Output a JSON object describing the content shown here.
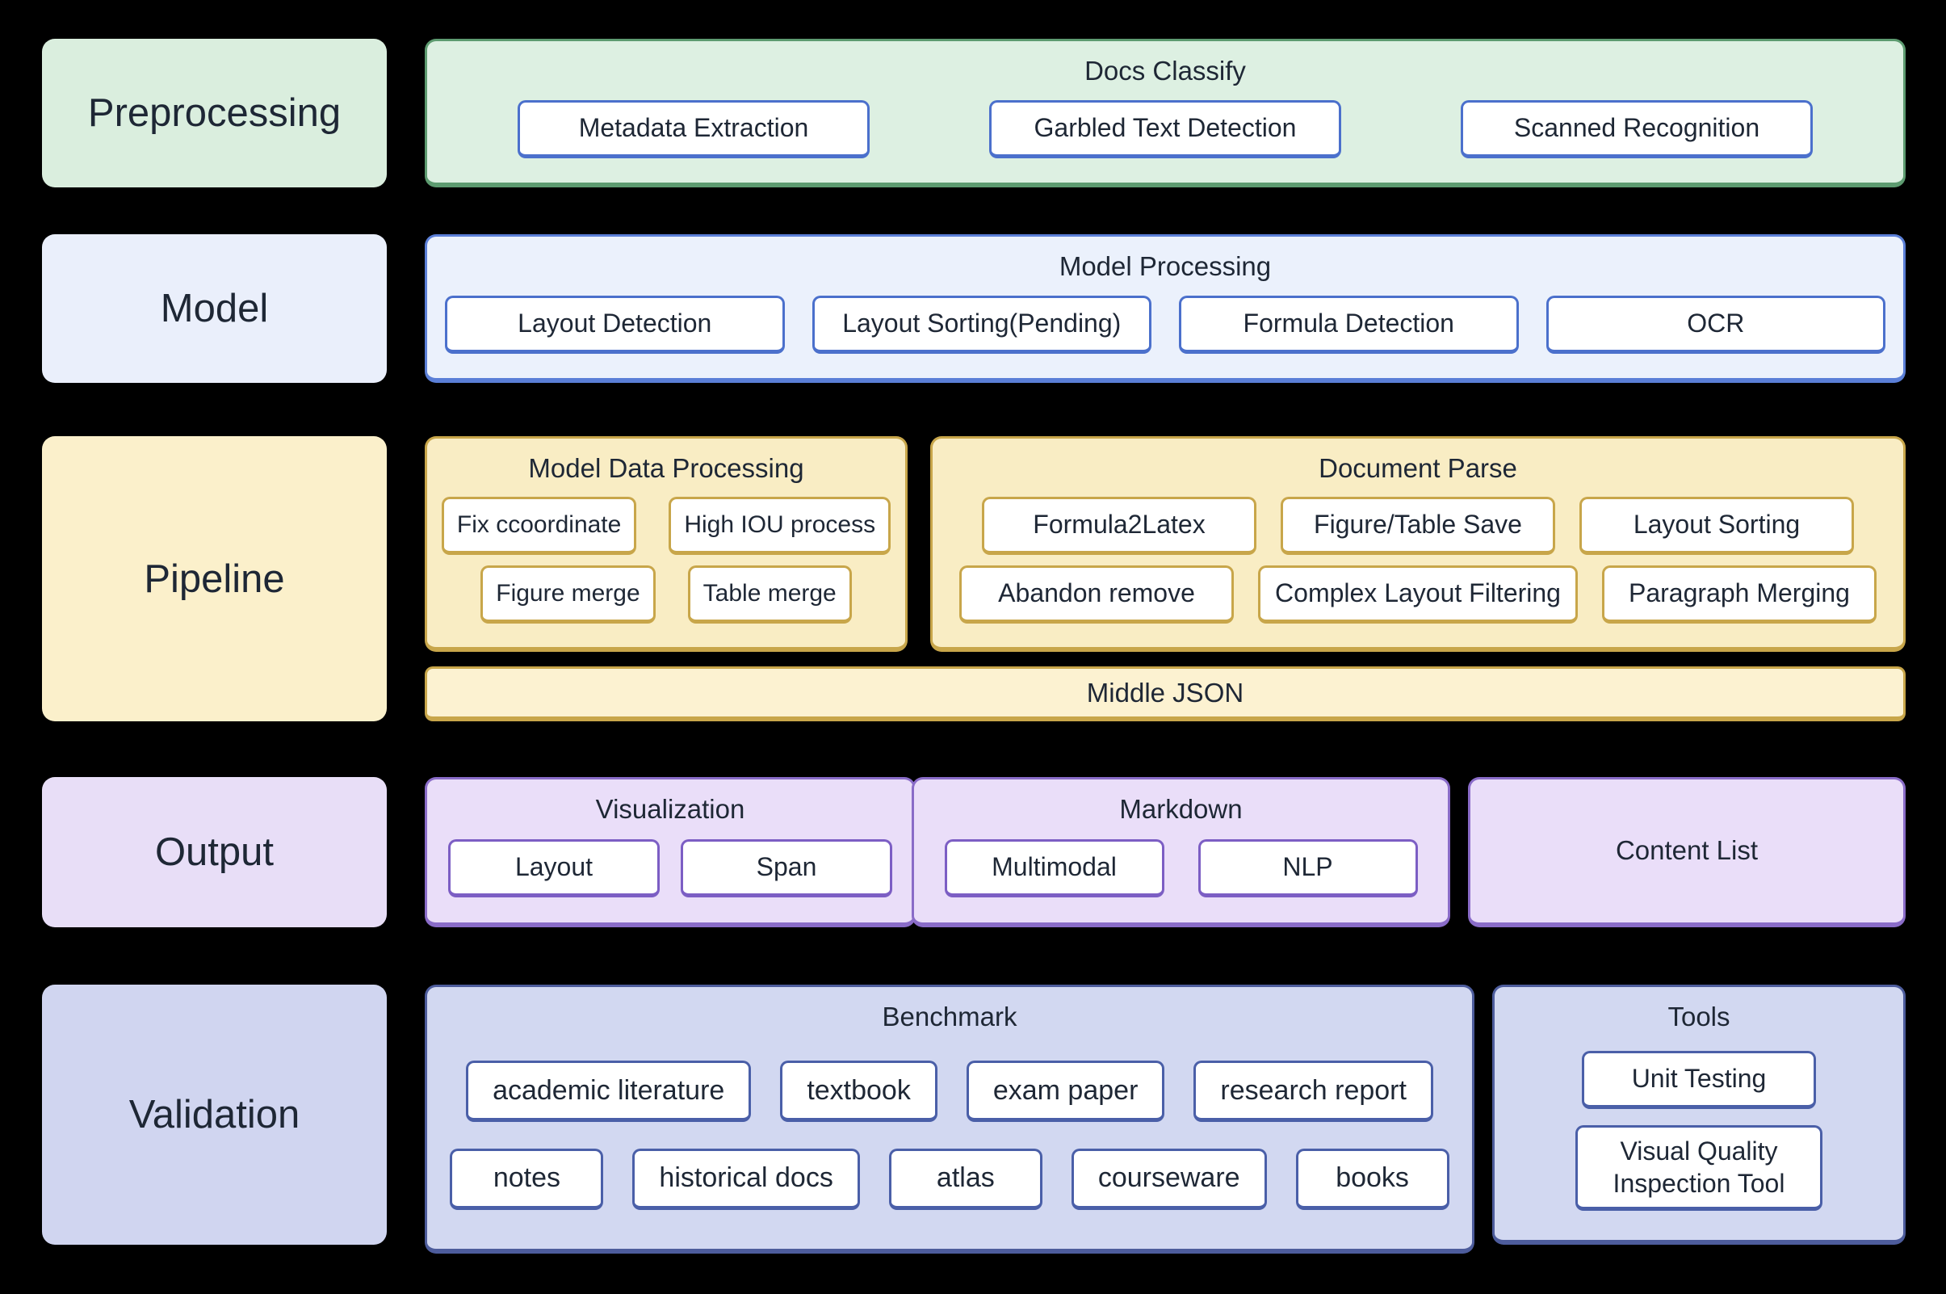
{
  "colors": {
    "background": "#000000",
    "text": "#1e2735",
    "green_fill": "#ddf0e2",
    "green_border": "#5d9b70",
    "blue_fill": "#ebf1fc",
    "blue_border": "#5b7fd7",
    "blue_node_border": "#4b70cc",
    "yellow_fill": "#f9edc4",
    "yellow_border": "#c8a64a",
    "middle_json_fill": "#fcf2d1",
    "purple_fill": "#eadef9",
    "purple_border": "#8a6cc8",
    "purple_node_border": "#7c5ec4",
    "periwinkle_fill": "#d2d8f1",
    "periwinkle_border": "#4d5c9c",
    "periwinkle_node_border": "#4a5fa8"
  },
  "rows": {
    "preprocessing": {
      "label": "Preprocessing",
      "container": {
        "title": "Docs Classify",
        "boxes": [
          "Metadata Extraction",
          "Garbled Text Detection",
          "Scanned Recognition"
        ]
      }
    },
    "model": {
      "label": "Model",
      "container": {
        "title": "Model Processing",
        "boxes": [
          "Layout Detection",
          "Layout Sorting(Pending)",
          "Formula Detection",
          "OCR"
        ]
      }
    },
    "pipeline": {
      "label": "Pipeline",
      "model_data_processing": {
        "title": "Model Data Processing",
        "rows": [
          [
            "Fix ccoordinate",
            "High IOU process"
          ],
          [
            "Figure merge",
            "Table merge"
          ]
        ]
      },
      "document_parse": {
        "title": "Document Parse",
        "rows": [
          [
            "Formula2Latex",
            "Figure/Table Save",
            "Layout Sorting"
          ],
          [
            "Abandon remove",
            "Complex Layout Filtering",
            "Paragraph Merging"
          ]
        ]
      },
      "middle_json": "Middle JSON"
    },
    "output": {
      "label": "Output",
      "visualization": {
        "title": "Visualization",
        "boxes": [
          "Layout",
          "Span"
        ]
      },
      "markdown": {
        "title": "Markdown",
        "boxes": [
          "Multimodal",
          "NLP"
        ]
      },
      "content_list": {
        "title": "Content List"
      }
    },
    "validation": {
      "label": "Validation",
      "benchmark": {
        "title": "Benchmark",
        "rows": [
          [
            "academic literature",
            "textbook",
            "exam paper",
            "research report"
          ],
          [
            "notes",
            "historical docs",
            "atlas",
            "courseware",
            "books"
          ]
        ]
      },
      "tools": {
        "title": "Tools",
        "boxes": [
          "Unit Testing",
          "Visual Quality Inspection Tool"
        ]
      }
    }
  }
}
